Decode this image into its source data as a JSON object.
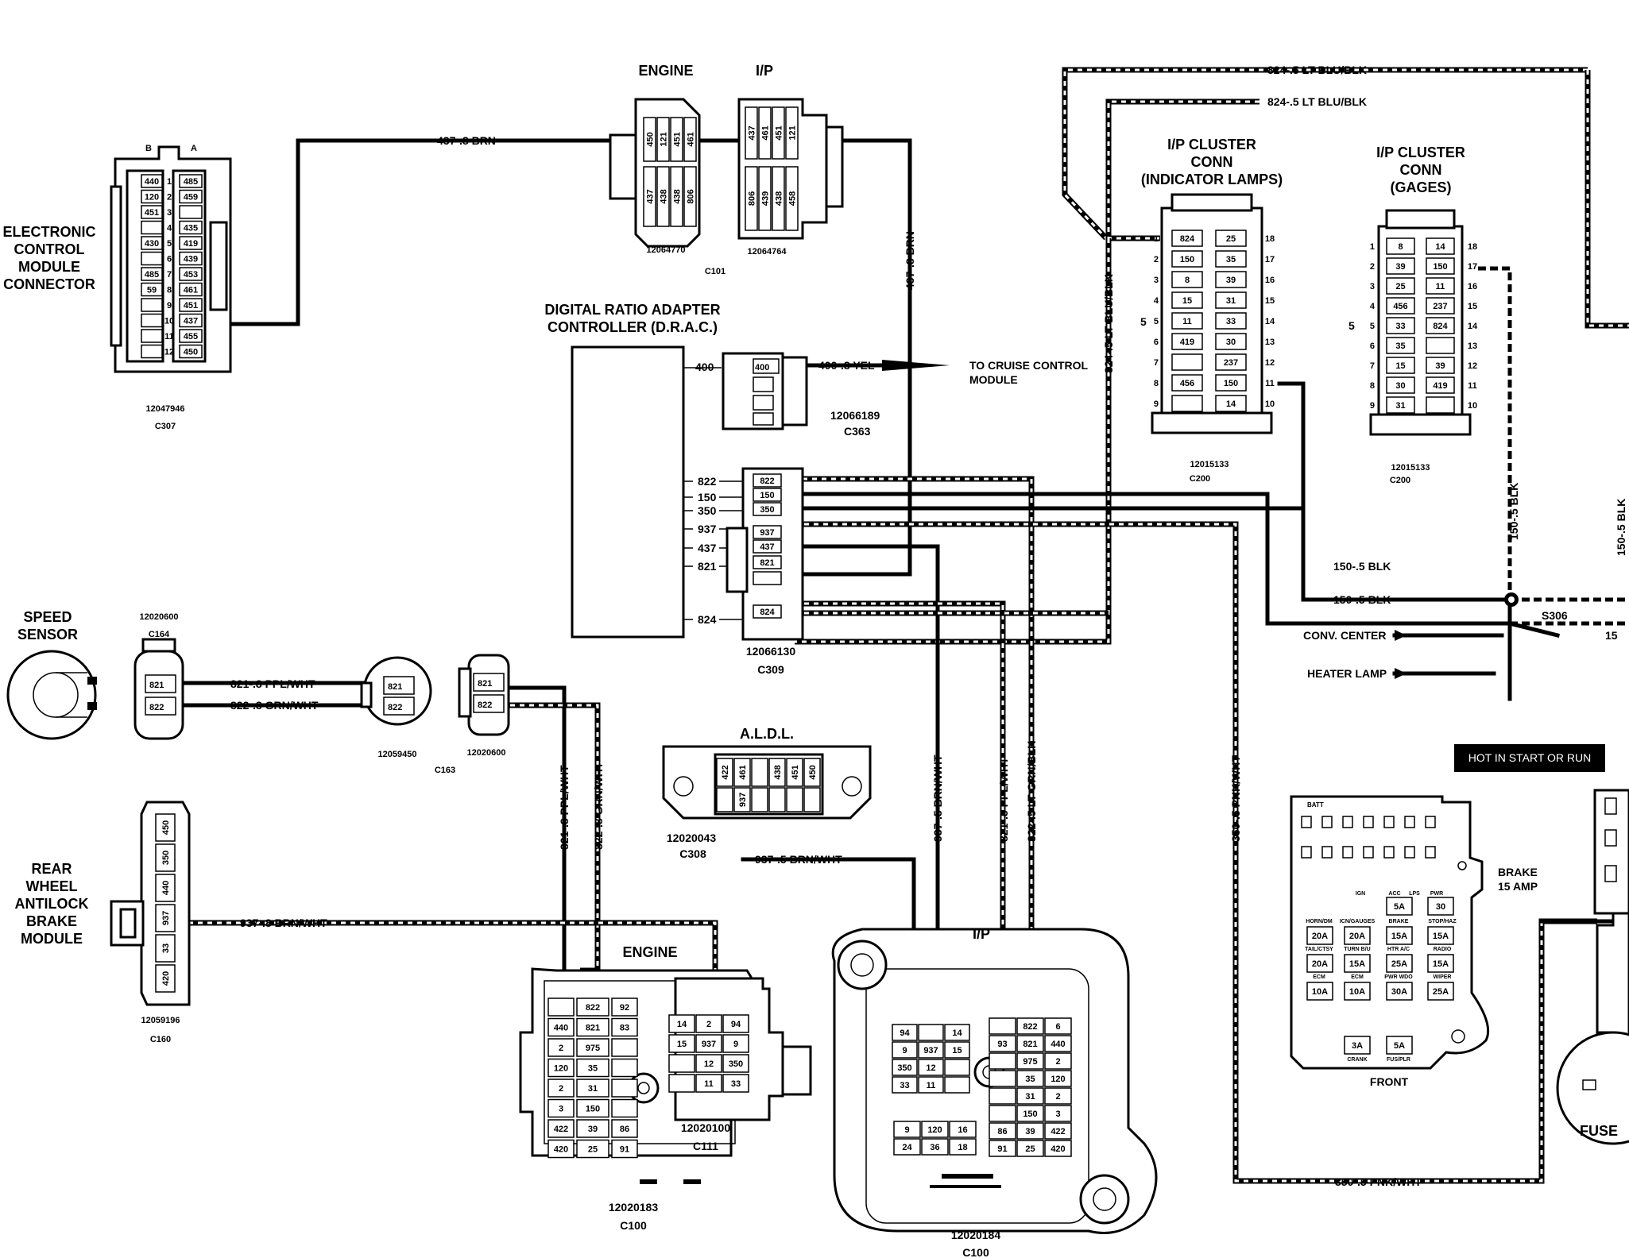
{
  "ecm": {
    "title": [
      "ELECTRONIC",
      "CONTROL",
      "MODULE",
      "CONNECTOR"
    ],
    "part": "12047946",
    "conn": "C307",
    "top_letters": [
      "B",
      "A"
    ],
    "left_pins": [
      "440",
      "120",
      "451",
      "",
      "430",
      "",
      "485",
      "59",
      "",
      "",
      "",
      ""
    ],
    "numbers": [
      "1",
      "2",
      "3",
      "4",
      "5",
      "6",
      "7",
      "8",
      "9",
      "10",
      "11",
      "12"
    ],
    "right_pins": [
      "485",
      "459",
      "",
      "435",
      "419",
      "439",
      "453",
      "461",
      "451",
      "437",
      "455",
      "450"
    ]
  },
  "c101": {
    "engine_title": "ENGINE",
    "ip_title": "I/P",
    "engine_part": "12064770",
    "ip_part": "12064764",
    "conn": "C101",
    "engine_cols": [
      [
        "450",
        "437"
      ],
      [
        "121",
        "438"
      ],
      [
        "451",
        "438"
      ],
      [
        "461",
        "806"
      ]
    ],
    "ip_cols": [
      [
        "437",
        "806"
      ],
      [
        "461",
        "439"
      ],
      [
        "451",
        "438"
      ],
      [
        "121",
        "458"
      ]
    ]
  },
  "drac": {
    "title": [
      "DIGITAL RATIO ADAPTER",
      "CONTROLLER (D.R.A.C.)"
    ],
    "pin_400": "400",
    "pins": [
      "822",
      "150",
      "350",
      "937",
      "437",
      "821",
      "824"
    ]
  },
  "c363": {
    "pin": "400",
    "part": "12066189",
    "conn": "C363",
    "wire": "400-.8 YEL",
    "dest": [
      "TO CRUISE CONTROL",
      "MODULE"
    ]
  },
  "c309": {
    "pins": [
      "822",
      "150",
      "350",
      "937",
      "437",
      "821",
      "",
      "824"
    ],
    "part": "12066130",
    "conn": "C309"
  },
  "speed": {
    "title": [
      "SPEED",
      "SENSOR"
    ]
  },
  "c164": {
    "part": "12020600",
    "conn": "C164",
    "pins": [
      "821",
      "822"
    ]
  },
  "c163": {
    "left_part": "12059450",
    "right_part": "12020600",
    "conn": "C163",
    "pins": [
      "821",
      "822"
    ]
  },
  "aldl": {
    "title": "A.L.D.L.",
    "part": "12020043",
    "conn": "C308",
    "top_pins": [
      "422",
      "461",
      "",
      "438",
      "451",
      "450"
    ],
    "bottom_pins": [
      "",
      "937",
      "",
      "",
      "",
      ""
    ]
  },
  "rwal": {
    "title": [
      "REAR",
      "WHEEL",
      "ANTILOCK",
      "BRAKE",
      "MODULE"
    ],
    "part": "12059196",
    "conn": "C160",
    "pins": [
      "450",
      "350",
      "440",
      "937",
      "33",
      "420"
    ]
  },
  "c100_engine": {
    "title": "ENGINE",
    "part": "12020183",
    "conn": "C100",
    "rows": [
      [
        "",
        "822",
        "92"
      ],
      [
        "440",
        "821",
        "83"
      ],
      [
        "2",
        "975",
        ""
      ],
      [
        "120",
        "35",
        ""
      ],
      [
        "2",
        "31",
        ""
      ],
      [
        "3",
        "150",
        ""
      ],
      [
        "422",
        "39",
        "86"
      ],
      [
        "420",
        "25",
        "91"
      ]
    ]
  },
  "c111": {
    "part": "12020100",
    "conn": "C111",
    "rows": [
      [
        "14",
        "2",
        "94"
      ],
      [
        "15",
        "937",
        "9"
      ],
      [
        "",
        "12",
        "350"
      ],
      [
        "",
        "11",
        "33"
      ]
    ]
  },
  "c100_ip": {
    "title": "I/P",
    "part": "12020184",
    "conn": "C100",
    "left_rows": [
      [
        "94",
        "",
        "14"
      ],
      [
        "9",
        "937",
        "15"
      ],
      [
        "350",
        "12",
        ""
      ],
      [
        "33",
        "11",
        ""
      ]
    ],
    "right_rows": [
      [
        "",
        "822",
        "6"
      ],
      [
        "93",
        "821",
        "440"
      ],
      [
        "",
        "975",
        "2"
      ],
      [
        "",
        "35",
        "120"
      ],
      [
        "",
        "31",
        "2"
      ],
      [
        "",
        "150",
        "3"
      ],
      [
        "86",
        "39",
        "422"
      ],
      [
        "91",
        "25",
        "420"
      ]
    ],
    "bottom_rows": [
      [
        "9",
        "120",
        "16"
      ],
      [
        "24",
        "36",
        "18"
      ]
    ]
  },
  "cluster_ind": {
    "title": [
      "I/P CLUSTER",
      "CONN",
      "(INDICATOR LAMPS)"
    ],
    "part": "12015133",
    "conn": "C200",
    "left_nums": [
      "1",
      "2",
      "3",
      "4",
      "5",
      "6",
      "7",
      "8",
      "9"
    ],
    "left_pins": [
      "824",
      "150",
      "8",
      "15",
      "11",
      "419",
      "",
      "456",
      ""
    ],
    "right_pins": [
      "25",
      "35",
      "39",
      "31",
      "33",
      "30",
      "237",
      "150",
      "14"
    ],
    "right_nums": [
      "18",
      "17",
      "16",
      "15",
      "14",
      "13",
      "12",
      "11",
      "10"
    ]
  },
  "cluster_gag": {
    "title": [
      "I/P CLUSTER",
      "CONN",
      "(GAGES)"
    ],
    "part": "12015133",
    "conn": "C200",
    "left_nums": [
      "1",
      "2",
      "3",
      "4",
      "5",
      "6",
      "7",
      "8",
      "9"
    ],
    "left_pins": [
      "8",
      "39",
      "25",
      "456",
      "33",
      "35",
      "15",
      "30",
      "31"
    ],
    "right_pins": [
      "14",
      "150",
      "11",
      "237",
      "824",
      "",
      "39",
      "419",
      ""
    ],
    "right_nums": [
      "18",
      "17",
      "16",
      "15",
      "14",
      "13",
      "12",
      "11",
      "10"
    ]
  },
  "wires": {
    "w437": "437-.8 BRN",
    "w437v": "437-.8 BRN",
    "w824a": "824-.5 LT BLU/BLK",
    "w824b": "824-.5 LT BLU/BLK",
    "w824v": "824-.5 LT BLU/BLK",
    "w150v": "150-.5 BLK",
    "w150a": "150-.5 BLK",
    "w150b": "150-.5 BLK",
    "w150r": "150-.5 BLK",
    "w821": "821-.8 PPL/WHT",
    "w822": "822-.8 GRN/WHT",
    "w821v": "821-.8 PPL/WHT",
    "w822v": "822-.8 GRN/WHT",
    "w937a": "937-.5 BRN/WHT",
    "w937b": "937-.8 BRN/WHT",
    "w937v": "937-.5 BRN/WHT",
    "w821v2": "821-.5 PPL/WHT",
    "w822v2": "822-.5 LT GRN/BLK",
    "w350v": "350-.5 PNK/WHT",
    "w350h": "350-.5 PNK/WHT"
  },
  "splice": {
    "name": "S306",
    "conv": "CONV. CENTER",
    "heater": "HEATER LAMP",
    "right_cut": "15"
  },
  "fuse": {
    "hot_label": "HOT IN START OR RUN",
    "brake_label": [
      "BRAKE",
      "15 AMP"
    ],
    "front": "FRONT",
    "fuse_word": "FUSE",
    "bat_label": "BATT",
    "amps": [
      "20A",
      "20A",
      "15A",
      "15A",
      "20A",
      "15A",
      "25A",
      "15A",
      "10A",
      "10A",
      "30A",
      "25A",
      "3A",
      "5A",
      "5A",
      "30"
    ],
    "small": [
      "IGN",
      "ACC",
      "LPS",
      "PWR",
      "HORN/DM",
      "ICN/GAUGES",
      "BRAKE",
      "STOP/HAZ",
      "TAIL/CTSY",
      "TURN B/U",
      "HTR A/C",
      "RADIO",
      "ECM",
      "ECM",
      "PWR WDO",
      "WIPER",
      "CRANK",
      "FUS/PLR"
    ]
  }
}
